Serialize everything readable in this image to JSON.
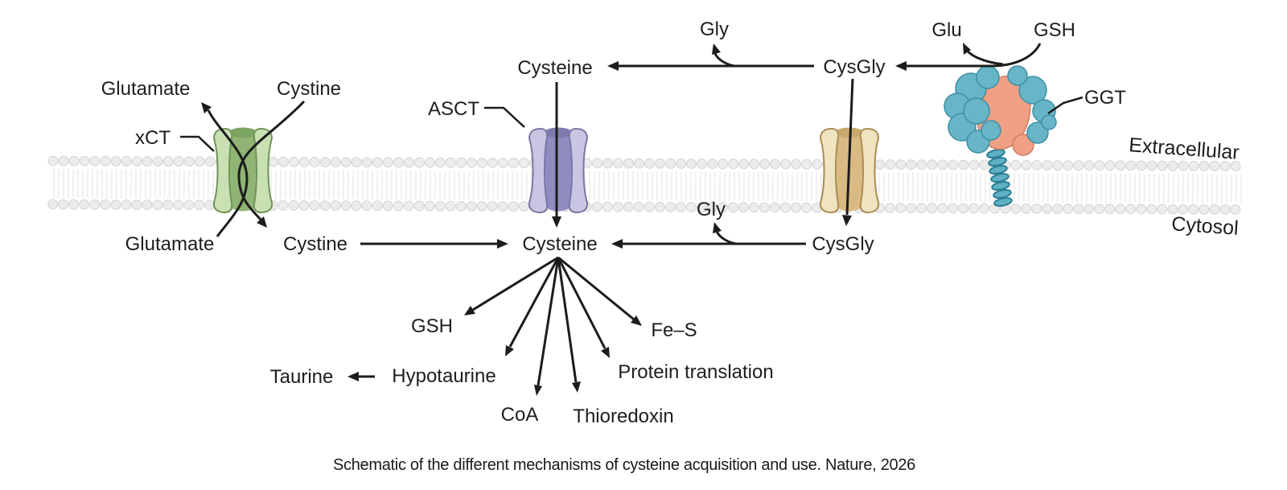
{
  "figure": {
    "caption": "Schematic of the different mechanisms of cysteine acquisition and use. Nature, 2026",
    "compartments": {
      "extracellular": "Extracellular",
      "cytosol": "Cytosol"
    },
    "proteins": {
      "xct": "xCT",
      "asct": "ASCT",
      "ggt": "GGT"
    },
    "extracellular_molecules": {
      "glutamate": "Glutamate",
      "cystine": "Cystine",
      "cysteine": "Cysteine",
      "gly": "Gly",
      "cysgly": "CysGly",
      "glu": "Glu",
      "gsh": "GSH"
    },
    "cytosol_molecules": {
      "glutamate": "Glutamate",
      "cystine": "Cystine",
      "cysteine": "Cysteine",
      "gly": "Gly",
      "cysgly": "CysGly"
    },
    "cysteine_fates": {
      "gsh": "GSH",
      "hypotaurine": "Hypotaurine",
      "taurine": "Taurine",
      "coa": "CoA",
      "thioredoxin": "Thioredoxin",
      "protein_translation": "Protein translation",
      "fe_s": "Fe–S"
    },
    "colors": {
      "xct_transporter": "#c9e0b2",
      "asct_transporter": "#c9c6e4",
      "cysgly_transporter": "#f0e3c2",
      "ggt_body": "#67b5c6",
      "ggt_core": "#f0a085",
      "membrane": "#e7e7e7",
      "arrow": "#1c1c1c"
    }
  }
}
